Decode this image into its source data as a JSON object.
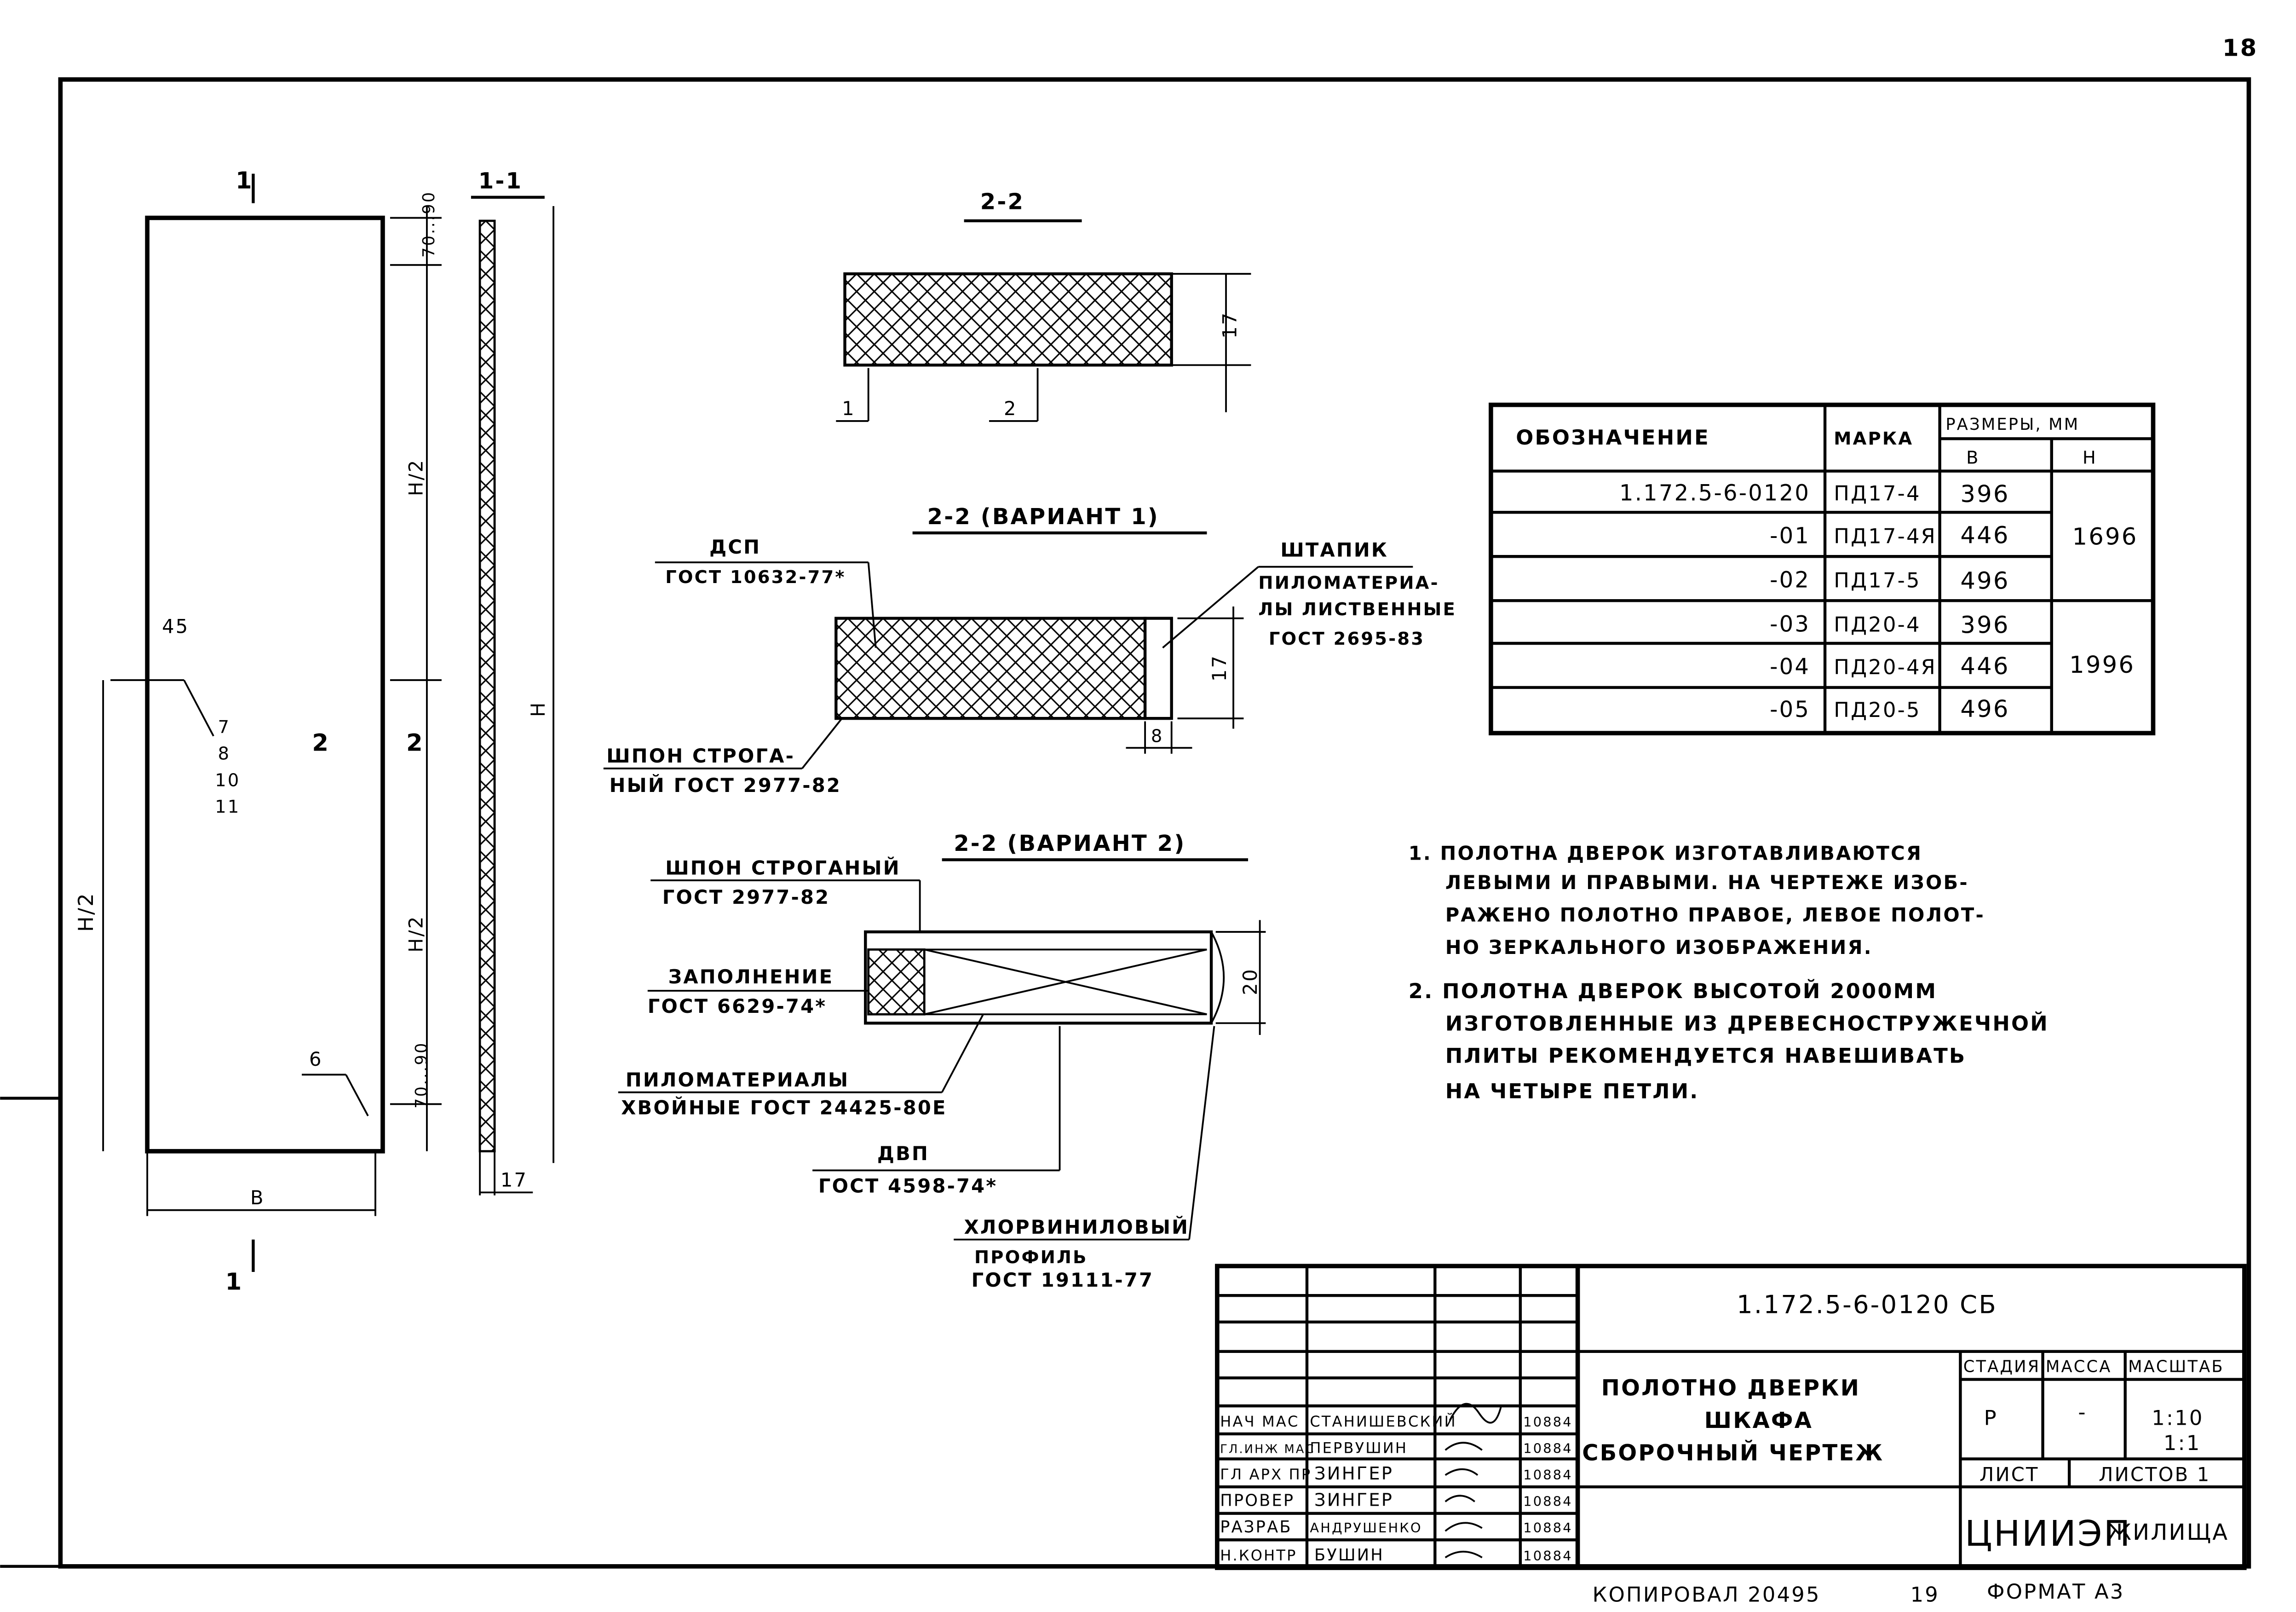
{
  "page_number": "18",
  "elevation": {
    "section_mark": "1",
    "height_half_top": "H/2",
    "height_half_bottom": "H/2",
    "h_half_left": "H/2",
    "top_gap": "70...90",
    "bottom_gap": "70...90",
    "width_label": "B",
    "hinge_offset": "45",
    "callouts": [
      "7",
      "8",
      "10",
      "11"
    ],
    "callout_6": "6",
    "section2_left": "2",
    "section2_right": "2"
  },
  "section_1_1": {
    "title": "1-1",
    "height_label": "H",
    "thickness": "17"
  },
  "section_2_2": {
    "title": "2-2",
    "thickness": "17",
    "callout_1": "1",
    "callout_2": "2"
  },
  "variant1": {
    "title": "2-2 (ВАРИАНТ 1)",
    "dsp": "ДСП",
    "dsp_gost": "ГОСТ 10632-77*",
    "shtapik": "ШТАПИК",
    "lumber1": "ПИЛОМАТЕРИА-",
    "lumber2": "ЛЫ ЛИСТВЕННЫЕ",
    "lumber_gost": "ГОСТ 2695-83",
    "veneer1": "ШПОН СТРОГА-",
    "veneer2": "НЫЙ ГОСТ 2977-82",
    "thickness": "17",
    "strip": "8"
  },
  "variant2": {
    "title": "2-2 (ВАРИАНТ 2)",
    "veneer": "ШПОН СТРОГАНЫЙ",
    "veneer_gost": "ГОСТ 2977-82",
    "fill": "ЗАПОЛНЕНИЕ",
    "fill_gost": "ГОСТ 6629-74*",
    "lumber1": "ПИЛОМАТЕРИАЛЫ",
    "lumber2": "ХВОЙНЫЕ ГОСТ 24425-80Е",
    "dvp": "ДВП",
    "dvp_gost": "ГОСТ 4598-74*",
    "pvc1": "ХЛОРВИНИЛОВЫЙ",
    "pvc2": "ПРОФИЛЬ",
    "pvc_gost": "ГОСТ 19111-77",
    "thickness": "20"
  },
  "spec_table": {
    "headers": {
      "designation": "ОБОЗНАЧЕНИЕ",
      "mark": "МАРКА",
      "dims": "РАЗМЕРЫ, ММ",
      "b": "B",
      "h": "H"
    },
    "rows": [
      {
        "designation": "1.172.5-6-0120",
        "mark": "ПД17-4",
        "b": "396"
      },
      {
        "designation": "-01",
        "mark": "ПД17-4Я",
        "b": "446"
      },
      {
        "designation": "-02",
        "mark": "ПД17-5",
        "b": "496"
      },
      {
        "designation": "-03",
        "mark": "ПД20-4",
        "b": "396"
      },
      {
        "designation": "-04",
        "mark": "ПД20-4Я",
        "b": "446"
      },
      {
        "designation": "-05",
        "mark": "ПД20-5",
        "b": "496"
      }
    ],
    "h_groups": [
      "1696",
      "1996"
    ]
  },
  "notes": [
    "1. ПОЛОТНА ДВЕРОК ИЗГОТАВЛИВАЮТСЯ",
    "ЛЕВЫМИ И ПРАВЫМИ. НА ЧЕРТЕЖЕ ИЗОБ-",
    "РАЖЕНО ПОЛОТНО ПРАВОЕ, ЛЕВОЕ ПОЛОТ-",
    "НО ЗЕРКАЛЬНОГО ИЗОБРАЖЕНИЯ.",
    "2. ПОЛОТНА ДВЕРОК ВЫСОТОЙ 2000ММ",
    "ИЗГОТОВЛЕННЫЕ ИЗ ДРЕВЕСНОСТРУЖЕЧНОЙ",
    "ПЛИТЫ РЕКОМЕНДУЕТСЯ НАВЕШИВАТЬ",
    "НА ЧЕТЫРЕ ПЕТЛИ."
  ],
  "title_block": {
    "doc_code": "1.172.5-6-0120 СБ",
    "title1": "ПОЛОТНО ДВЕРКИ",
    "title2": "ШКАФА",
    "title3": "СБОРОЧНЫЙ ЧЕРТЕЖ",
    "stage_label": "СТАДИЯ",
    "mass_label": "МАССА",
    "scale_label": "МАСШТАБ",
    "stage": "Р",
    "mass": "-",
    "scale1": "1:10",
    "scale2": "1:1",
    "sheet_label": "ЛИСТ",
    "sheets_label": "ЛИСТОВ 1",
    "org1": "ЦНИИЭП",
    "org2": "ЖИЛИЩА",
    "signers": [
      {
        "role": "НАЧ МАС",
        "name": "СТАНИШЕВСКИЙ",
        "date": "10884"
      },
      {
        "role": "ГЛ.ИНЖ МАС",
        "name": "ПЕРВУШИН",
        "date": "10884"
      },
      {
        "role": "ГЛ АРХ ПР",
        "name": "ЗИНГЕР",
        "date": "10884"
      },
      {
        "role": "ПРОВЕР",
        "name": "ЗИНГЕР",
        "date": "10884"
      },
      {
        "role": "РАЗРАБ",
        "name": "АНДРУШЕНКО",
        "date": "10884"
      },
      {
        "role": "Н.КОНТР",
        "name": "БУШИН",
        "date": "10884"
      }
    ]
  },
  "footer": {
    "copied": "КОПИРОВАЛ 20495",
    "num": "19",
    "format": "ФОРМАТ А3"
  }
}
